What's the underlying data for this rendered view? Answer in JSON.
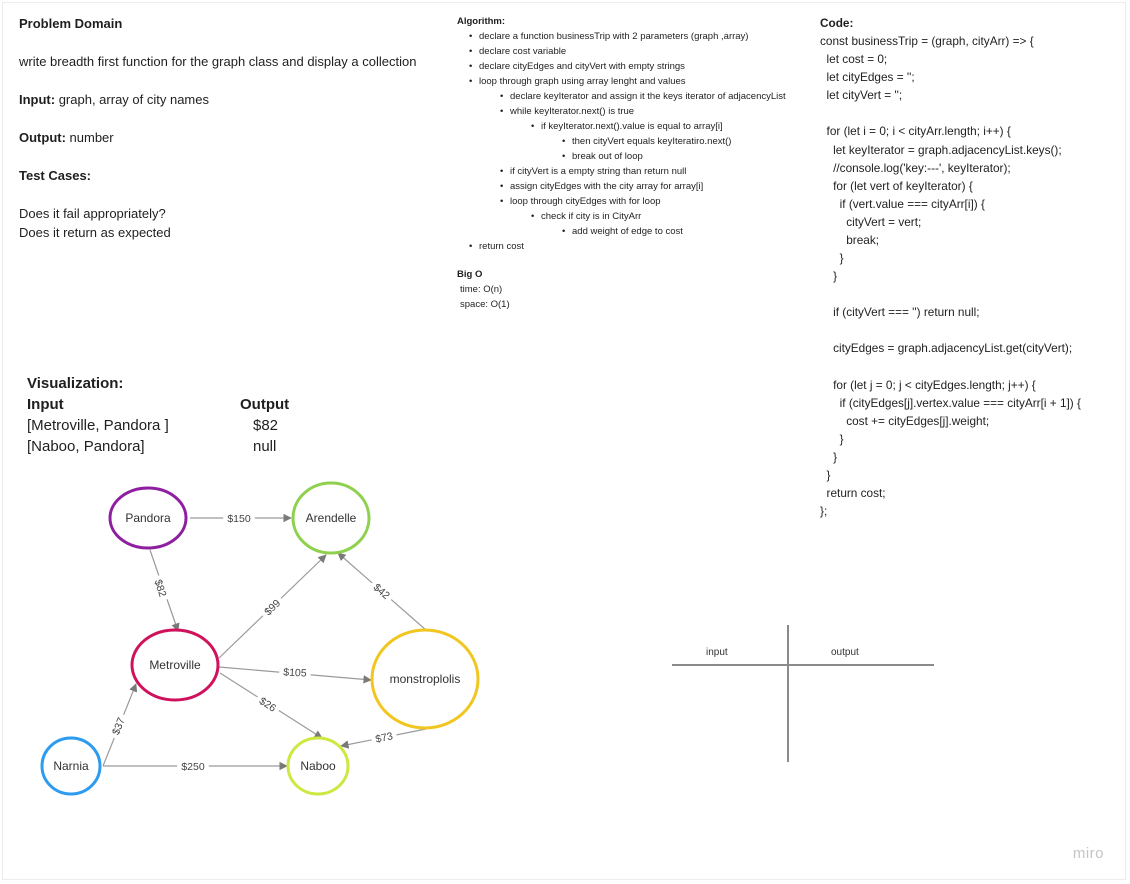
{
  "problem": {
    "title": "Problem Domain",
    "description": " write breadth first function for the graph class and display a collection",
    "input_label": "Input:",
    "input_value": " graph, array of city names",
    "output_label": "Output:",
    "output_value": " number",
    "test_cases_label": "Test Cases:",
    "test_cases": [
      "Does it fail appropriately?",
      "Does it return as expected"
    ]
  },
  "algorithm": {
    "title": "Algorithm:",
    "steps": [
      "declare a function businessTrip with 2 parameters (graph ,array)",
      "declare cost variable",
      "declare cityEdges and cityVert with empty strings",
      "loop through graph using array lenght and values",
      "declare keyIterator and assign it the keys iterator of adjacencyList",
      "while keyIterator.next() is true",
      "if keyIterator.next().value is equal to array[i]",
      "then cityVert equals keyIteratiro.next()",
      "break out of loop",
      "if cityVert is a empty string than return null",
      "assign cityEdges  with the city array for array[i]",
      "loop through cityEdges with for loop",
      "check if city  is in CityArr",
      "add weight of edge to cost",
      "return cost"
    ],
    "bigo_title": "Big O",
    "time": "time: O(n)",
    "space": "space: O(1)"
  },
  "code": {
    "title": "Code:",
    "lines": [
      "const businessTrip = (graph, cityArr) => {",
      "  let cost = 0;",
      "  let cityEdges = '';",
      "  let cityVert = '';",
      "",
      "  for (let i = 0; i < cityArr.length; i++) {",
      "    let keyIterator = graph.adjacencyList.keys();",
      "    //console.log('key:---', keyIterator);",
      "    for (let vert of keyIterator) {",
      "      if (vert.value === cityArr[i]) {",
      "        cityVert = vert;",
      "        break;",
      "      }",
      "    }",
      "",
      "    if (cityVert === '') return null;",
      "",
      "    cityEdges = graph.adjacencyList.get(cityVert);",
      "",
      "    for (let j = 0; j < cityEdges.length; j++) {",
      "      if (cityEdges[j].vertex.value === cityArr[i + 1]) {",
      "        cost += cityEdges[j].weight;",
      "      }",
      "    }",
      "  }",
      "  return cost;",
      "};"
    ]
  },
  "visualization": {
    "title": "Visualization:",
    "input_header": "Input",
    "output_header": "Output",
    "rows": [
      {
        "input": "[Metroville, Pandora ]",
        "output": "$82"
      },
      {
        "input": "[Naboo, Pandora]",
        "output": "null"
      }
    ]
  },
  "graph": {
    "nodes": [
      {
        "id": "pandora",
        "label": "Pandora",
        "color": "#8e1fa0"
      },
      {
        "id": "arendelle",
        "label": "Arendelle",
        "color": "#8fd14f"
      },
      {
        "id": "metroville",
        "label": "Metroville",
        "color": "#d0115b"
      },
      {
        "id": "monstroplolis",
        "label": "monstroplolis",
        "color": "#f2c620"
      },
      {
        "id": "narnia",
        "label": "Narnia",
        "color": "#2d9bf0"
      },
      {
        "id": "naboo",
        "label": "Naboo",
        "color": "#cee741"
      }
    ],
    "edges": [
      {
        "from": "pandora",
        "to": "arendelle",
        "label": "$150"
      },
      {
        "from": "pandora",
        "to": "metroville",
        "label": "$82"
      },
      {
        "from": "metroville",
        "to": "arendelle",
        "label": "$99"
      },
      {
        "from": "monstroplolis",
        "to": "arendelle",
        "label": "$42"
      },
      {
        "from": "metroville",
        "to": "monstroplolis",
        "label": "$105"
      },
      {
        "from": "metroville",
        "to": "naboo",
        "label": "$26"
      },
      {
        "from": "narnia",
        "to": "metroville",
        "label": "$37"
      },
      {
        "from": "narnia",
        "to": "naboo",
        "label": "$250"
      },
      {
        "from": "monstroplolis",
        "to": "naboo",
        "label": "$73"
      }
    ]
  },
  "table": {
    "input_label": "input",
    "output_label": "output"
  },
  "watermark": "miro"
}
